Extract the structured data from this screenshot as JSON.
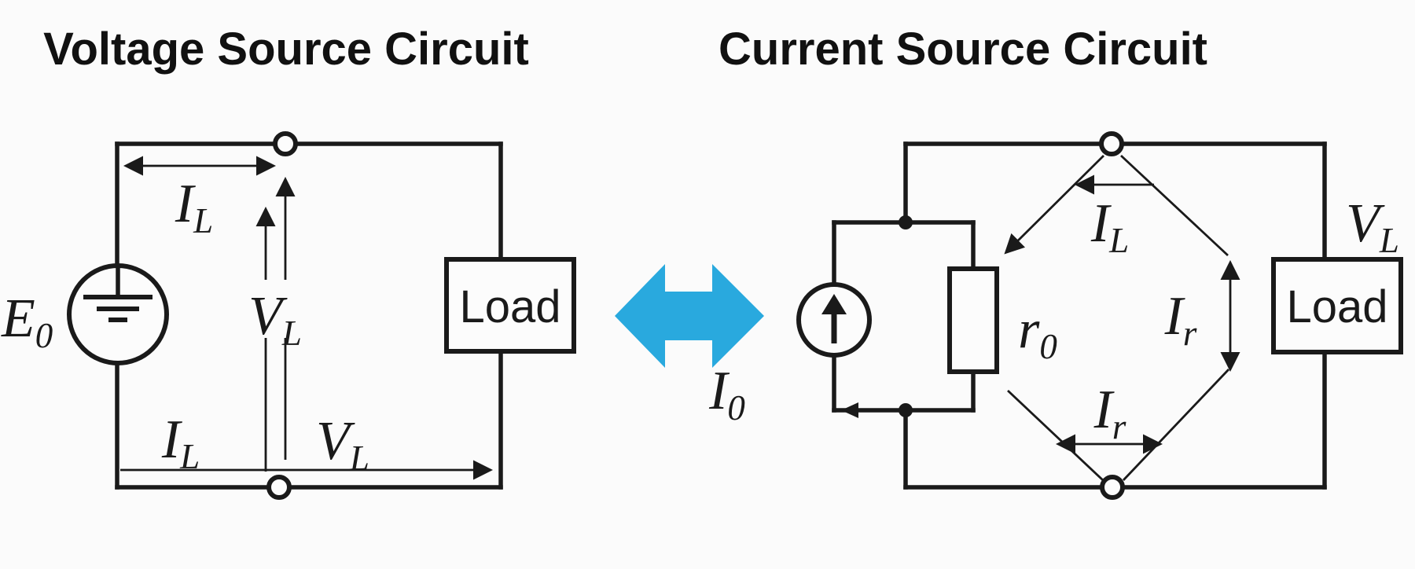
{
  "titles": {
    "left": "Voltage Source Circuit",
    "right": "Current Source Circuit"
  },
  "left_circuit": {
    "source_label": {
      "main": "E",
      "sub": "0"
    },
    "top_current_label": {
      "main": "I",
      "sub": "L"
    },
    "mid_voltage_label": {
      "main": "V",
      "sub": "L"
    },
    "bottom_current_label": {
      "main": "I",
      "sub": "L"
    },
    "bottom_voltage_label": {
      "main": "V",
      "sub": "L"
    },
    "load_label": "Load"
  },
  "right_circuit": {
    "source_label": {
      "main": "I",
      "sub": "0"
    },
    "resistor_label": {
      "main": "r",
      "sub": "0"
    },
    "load_current_label": {
      "main": "I",
      "sub": "L"
    },
    "resistor_current_label_right": {
      "main": "I",
      "sub": "r"
    },
    "resistor_current_label_bottom": {
      "main": "I",
      "sub": "r"
    },
    "load_voltage_label": {
      "main": "V",
      "sub": "L"
    },
    "load_label": "Load"
  },
  "equivalence_arrow": {
    "direction": "bidirectional",
    "color": "#29a9de"
  },
  "colors": {
    "line": "#1a1a1a",
    "background": "#fbfbfb"
  }
}
